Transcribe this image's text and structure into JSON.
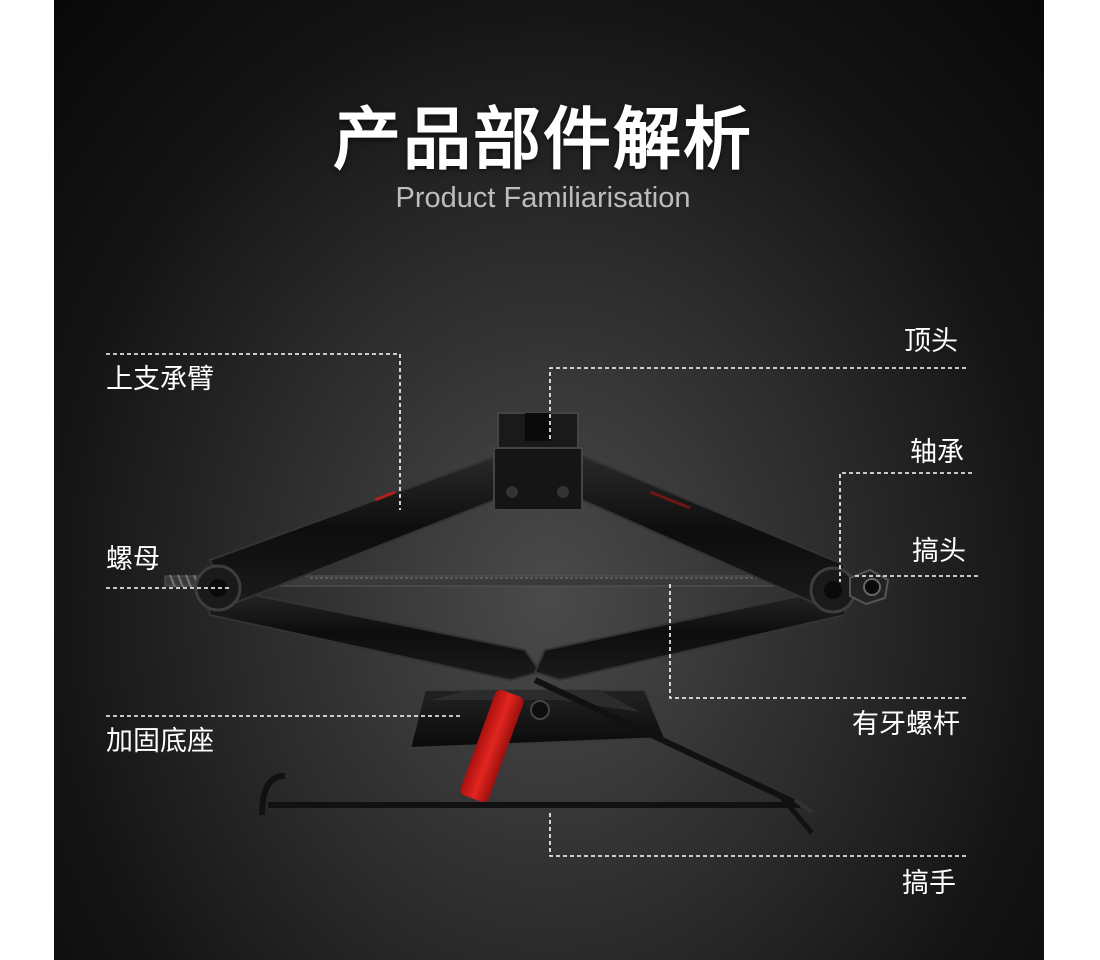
{
  "header": {
    "title": "产品部件解析",
    "subtitle": "Product Familiarisation"
  },
  "parts": {
    "upper_arm": "上支承臂",
    "nut": "螺母",
    "base": "加固底座",
    "top_head": "顶头",
    "bearing": "轴承",
    "crank_head": "搞头",
    "threaded_rod": "有牙螺杆",
    "crank_handle": "搞手"
  },
  "colors": {
    "background": "#1c1c1c",
    "label_text": "#ffffff",
    "leader_line": "#ffffff",
    "handle_grip": "#d8201c"
  }
}
